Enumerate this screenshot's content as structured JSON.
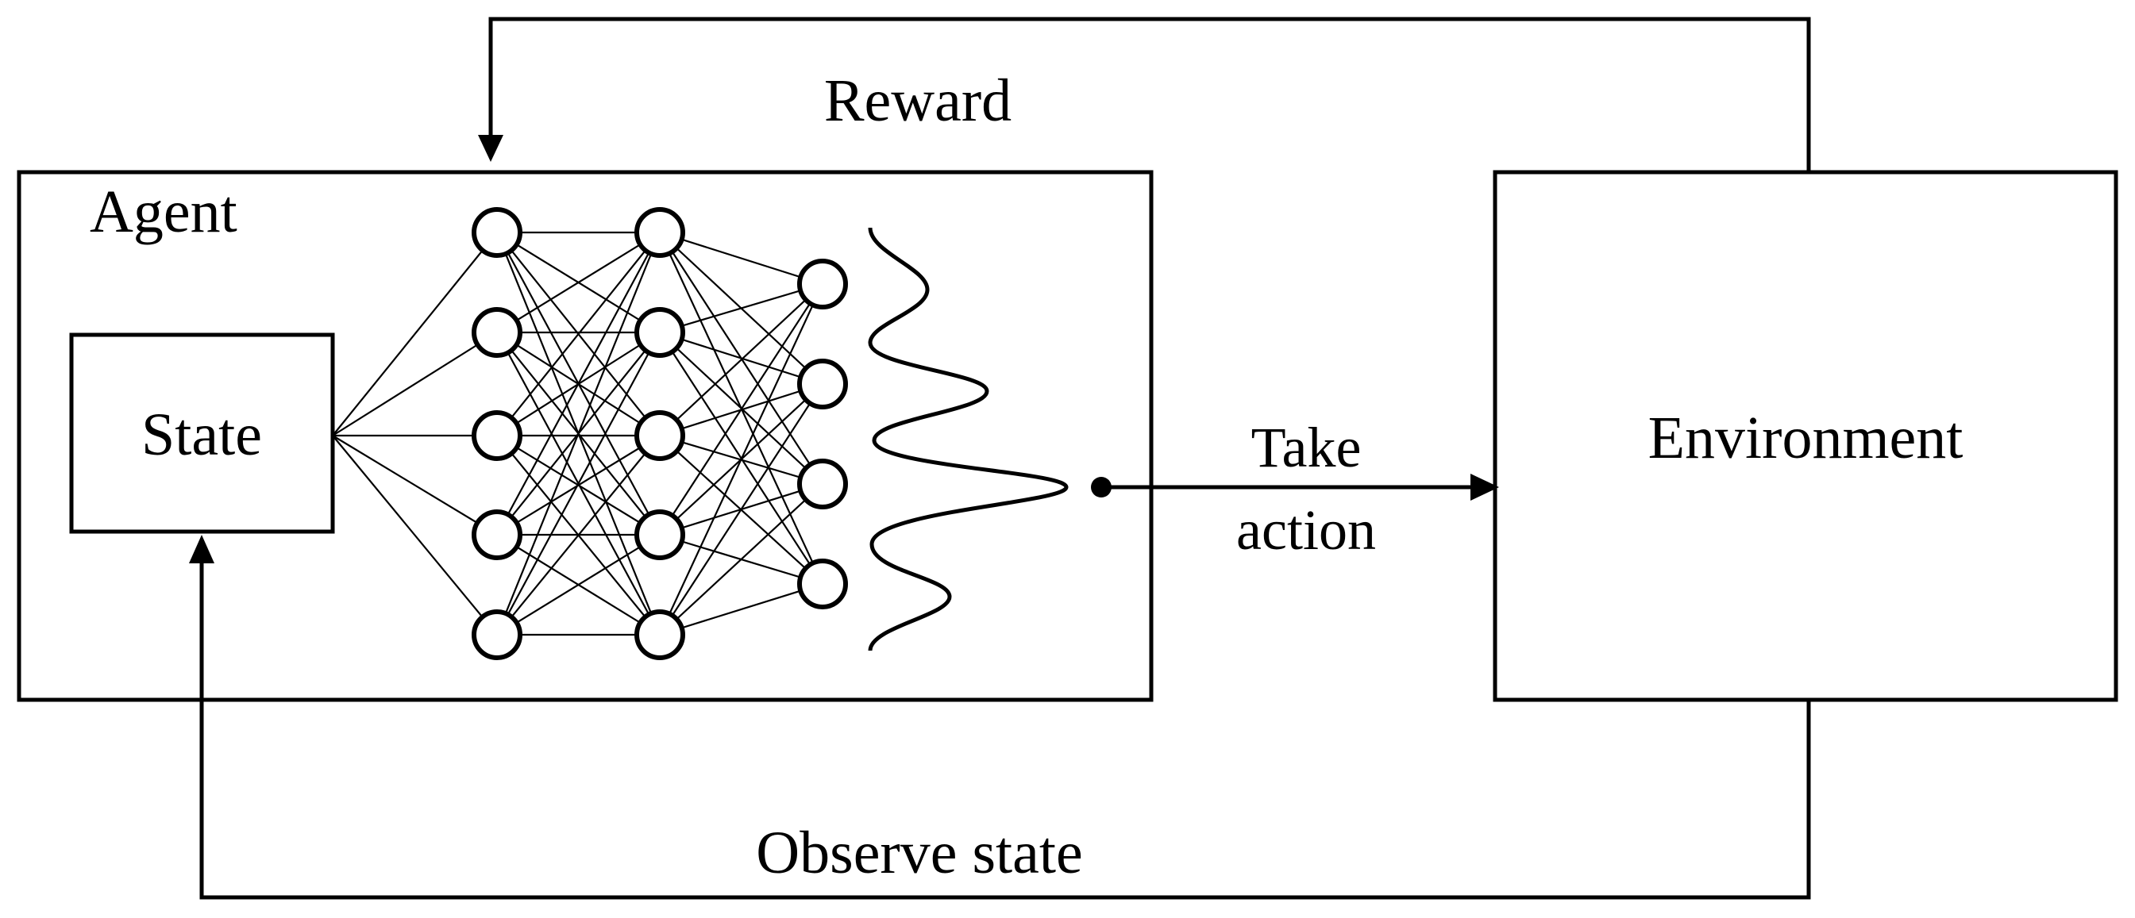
{
  "labels": {
    "reward": "Reward",
    "agent": "Agent",
    "state": "State",
    "take_action_line1": "Take",
    "take_action_line2": "action",
    "environment": "Environment",
    "observe_state": "Observe state"
  },
  "network": {
    "layers": [
      5,
      5,
      4
    ]
  },
  "colors": {
    "stroke": "#000000",
    "background": "#ffffff"
  }
}
